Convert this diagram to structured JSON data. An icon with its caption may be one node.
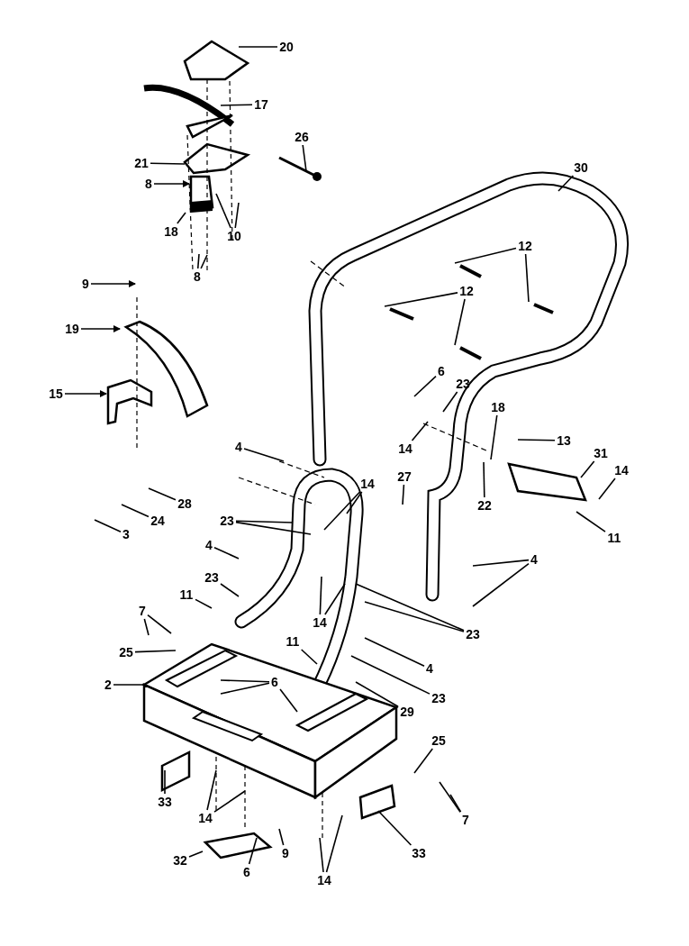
{
  "diagram": {
    "nodes": [
      {
        "text": [
          "20"
        ]
      },
      {
        "text": [
          "17"
        ]
      },
      {
        "text": [
          "26"
        ]
      },
      {
        "text": [
          "30"
        ]
      },
      {
        "text": [
          "21"
        ]
      },
      {
        "text": [
          "8"
        ]
      },
      {
        "text": [
          "18"
        ]
      },
      {
        "text": [
          "10"
        ]
      },
      {
        "text": [
          "8"
        ]
      },
      {
        "text": [
          "12"
        ]
      },
      {
        "text": [
          "12"
        ]
      },
      {
        "text": [
          "9"
        ]
      },
      {
        "text": [
          "19"
        ]
      },
      {
        "text": [
          "15"
        ]
      },
      {
        "text": [
          "6"
        ]
      },
      {
        "text": [
          "23"
        ]
      },
      {
        "text": [
          "18"
        ]
      },
      {
        "text": [
          "14"
        ]
      },
      {
        "text": [
          "13"
        ]
      },
      {
        "text": [
          "27"
        ]
      },
      {
        "text": [
          "22"
        ]
      },
      {
        "text": [
          "31"
        ]
      },
      {
        "text": [
          "14"
        ]
      },
      {
        "text": [
          "11"
        ]
      },
      {
        "text": [
          "4"
        ]
      },
      {
        "text": [
          "14"
        ]
      },
      {
        "text": [
          "28"
        ]
      },
      {
        "text": [
          "24"
        ]
      },
      {
        "text": [
          "3"
        ]
      },
      {
        "text": [
          "23"
        ]
      },
      {
        "text": [
          "4"
        ]
      },
      {
        "text": [
          "23"
        ]
      },
      {
        "text": [
          "14"
        ]
      },
      {
        "text": [
          "4"
        ]
      },
      {
        "text": [
          "11"
        ]
      },
      {
        "text": [
          "7"
        ]
      },
      {
        "text": [
          "23"
        ]
      },
      {
        "text": [
          "25"
        ]
      },
      {
        "text": [
          "11"
        ]
      },
      {
        "text": [
          "4"
        ]
      },
      {
        "text": [
          "2"
        ]
      },
      {
        "text": [
          "6"
        ]
      },
      {
        "text": [
          "23"
        ]
      },
      {
        "text": [
          "29"
        ]
      },
      {
        "text": [
          "25"
        ]
      },
      {
        "text": [
          "33"
        ]
      },
      {
        "text": [
          "14"
        ]
      },
      {
        "text": [
          "7"
        ]
      },
      {
        "text": [
          "33"
        ]
      },
      {
        "text": [
          "32"
        ]
      },
      {
        "text": [
          "9"
        ]
      },
      {
        "text": [
          "6"
        ]
      },
      {
        "text": [
          "14"
        ]
      }
    ],
    "edges": [
      {
        "from": 0,
        "to": null,
        "arrow": "none"
      },
      {
        "from": 1,
        "to": null,
        "arrow": "none"
      },
      {
        "from": 2,
        "to": null,
        "arrow": "none"
      },
      {
        "from": 3,
        "to": null,
        "arrow": "none"
      },
      {
        "from": 4,
        "to": null,
        "arrow": "none"
      },
      {
        "from": 5,
        "to": null,
        "arrow": "to"
      },
      {
        "from": 6,
        "to": null,
        "arrow": "none"
      },
      {
        "from": 7,
        "to": null,
        "arrow": "none"
      },
      {
        "from": 7,
        "to": null,
        "arrow": "none"
      },
      {
        "from": 8,
        "to": null,
        "arrow": "none"
      },
      {
        "from": 8,
        "to": null,
        "arrow": "none"
      },
      {
        "from": 9,
        "to": null,
        "arrow": "none"
      },
      {
        "from": 9,
        "to": null,
        "arrow": "none"
      },
      {
        "from": 10,
        "to": null,
        "arrow": "none"
      },
      {
        "from": 10,
        "to": null,
        "arrow": "none"
      },
      {
        "from": 11,
        "to": null,
        "arrow": "to"
      },
      {
        "from": 12,
        "to": null,
        "arrow": "to"
      },
      {
        "from": 13,
        "to": null,
        "arrow": "to"
      },
      {
        "from": 14,
        "to": null,
        "arrow": "none"
      },
      {
        "from": 15,
        "to": null,
        "arrow": "none"
      },
      {
        "from": 16,
        "to": null,
        "arrow": "none"
      },
      {
        "from": 17,
        "to": null,
        "arrow": "none"
      },
      {
        "from": 18,
        "to": null,
        "arrow": "none"
      },
      {
        "from": 19,
        "to": null,
        "arrow": "none"
      },
      {
        "from": 20,
        "to": null,
        "arrow": "none"
      },
      {
        "from": 21,
        "to": null,
        "arrow": "none"
      },
      {
        "from": 22,
        "to": null,
        "arrow": "none"
      },
      {
        "from": 23,
        "to": null,
        "arrow": "none"
      },
      {
        "from": 24,
        "to": null,
        "arrow": "none"
      },
      {
        "from": 25,
        "to": null,
        "arrow": "none"
      },
      {
        "from": 25,
        "to": null,
        "arrow": "none"
      },
      {
        "from": 26,
        "to": null,
        "arrow": "none"
      },
      {
        "from": 27,
        "to": null,
        "arrow": "none"
      },
      {
        "from": 28,
        "to": null,
        "arrow": "none"
      },
      {
        "from": 29,
        "to": null,
        "arrow": "none"
      },
      {
        "from": 29,
        "to": null,
        "arrow": "none"
      },
      {
        "from": 30,
        "to": null,
        "arrow": "none"
      },
      {
        "from": 31,
        "to": null,
        "arrow": "none"
      },
      {
        "from": 32,
        "to": null,
        "arrow": "none"
      },
      {
        "from": 32,
        "to": null,
        "arrow": "none"
      },
      {
        "from": 33,
        "to": null,
        "arrow": "none"
      },
      {
        "from": 33,
        "to": null,
        "arrow": "none"
      },
      {
        "from": 34,
        "to": null,
        "arrow": "none"
      },
      {
        "from": 35,
        "to": null,
        "arrow": "none"
      },
      {
        "from": 35,
        "to": null,
        "arrow": "none"
      },
      {
        "from": 36,
        "to": null,
        "arrow": "none"
      },
      {
        "from": 36,
        "to": null,
        "arrow": "none"
      },
      {
        "from": 37,
        "to": null,
        "arrow": "none"
      },
      {
        "from": 38,
        "to": null,
        "arrow": "none"
      },
      {
        "from": 39,
        "to": null,
        "arrow": "none"
      },
      {
        "from": 40,
        "to": null,
        "arrow": "none"
      },
      {
        "from": 41,
        "to": null,
        "arrow": "none"
      },
      {
        "from": 41,
        "to": null,
        "arrow": "none"
      },
      {
        "from": 41,
        "to": null,
        "arrow": "none"
      },
      {
        "from": 42,
        "to": null,
        "arrow": "none"
      },
      {
        "from": 43,
        "to": null,
        "arrow": "none"
      },
      {
        "from": 44,
        "to": null,
        "arrow": "none"
      },
      {
        "from": 45,
        "to": null,
        "arrow": "none"
      },
      {
        "from": 46,
        "to": null,
        "arrow": "none"
      },
      {
        "from": 46,
        "to": null,
        "arrow": "none"
      },
      {
        "from": 47,
        "to": null,
        "arrow": "none"
      },
      {
        "from": 47,
        "to": null,
        "arrow": "none"
      },
      {
        "from": 48,
        "to": null,
        "arrow": "none"
      },
      {
        "from": 49,
        "to": null,
        "arrow": "none"
      },
      {
        "from": 50,
        "to": null,
        "arrow": "none"
      },
      {
        "from": 51,
        "to": null,
        "arrow": "none"
      },
      {
        "from": 52,
        "to": null,
        "arrow": "none"
      },
      {
        "from": 52,
        "to": null,
        "arrow": "none"
      }
    ]
  }
}
